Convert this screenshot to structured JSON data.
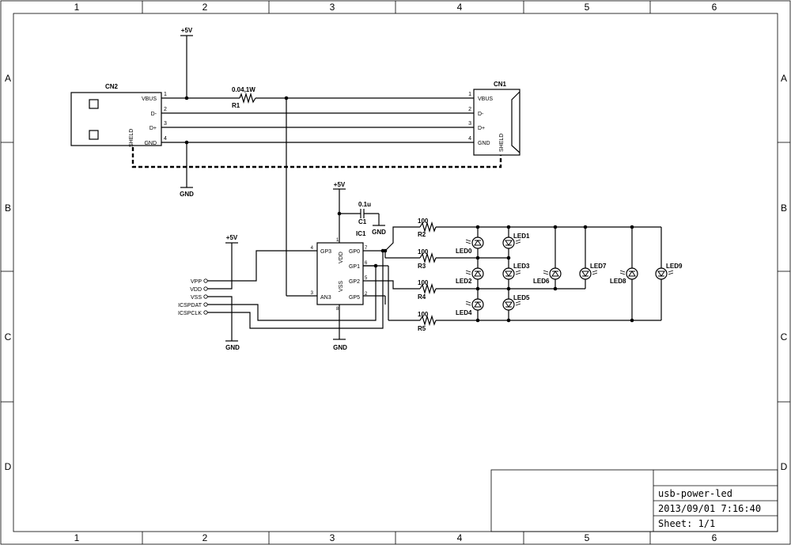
{
  "frame": {
    "columns": [
      "1",
      "2",
      "3",
      "4",
      "5",
      "6"
    ],
    "rows": [
      "A",
      "B",
      "C",
      "D"
    ]
  },
  "title_block": {
    "title": "usb-power-led",
    "date": "2013/09/01  7:16:40",
    "sheet": "Sheet: 1/1"
  },
  "power": {
    "vcc": "+5V",
    "gnd": "GND"
  },
  "cn2": {
    "ref": "CN2",
    "pins": [
      "VBUS",
      "D-",
      "D+",
      "GND"
    ],
    "pin_numbers": [
      "1",
      "2",
      "3",
      "4"
    ],
    "shield": "SHELD"
  },
  "cn1": {
    "ref": "CN1",
    "pins": [
      "VBUS",
      "D-",
      "D+",
      "GND"
    ],
    "pin_numbers": [
      "1",
      "2",
      "3",
      "4"
    ],
    "shield": "SHELD"
  },
  "r1": {
    "ref": "R1",
    "value": "0.04,1W"
  },
  "c1": {
    "ref": "C1",
    "value": "0.1u"
  },
  "ic1": {
    "ref": "IC1",
    "pins_left": [
      "GP3",
      "AN3"
    ],
    "pins_right": [
      "GP0",
      "GP1",
      "GP2",
      "GP5"
    ],
    "vdd": "VDD",
    "vss": "VSS",
    "pin_numbers": {
      "gp3": "4",
      "an3": "3",
      "gp0": "7",
      "gp1": "6",
      "gp2": "5",
      "gp5": "2",
      "vdd": "1",
      "vss": "8"
    }
  },
  "resistors": [
    {
      "ref": "R2",
      "value": "100"
    },
    {
      "ref": "R3",
      "value": "100"
    },
    {
      "ref": "R4",
      "value": "100"
    },
    {
      "ref": "R5",
      "value": "100"
    }
  ],
  "leds": [
    "LED0",
    "LED1",
    "LED2",
    "LED3",
    "LED4",
    "LED5",
    "LED6",
    "LED7",
    "LED8",
    "LED9"
  ],
  "icsp": [
    "VPP",
    "VDD",
    "VSS",
    "ICSPDAT",
    "ICSPCLK"
  ]
}
